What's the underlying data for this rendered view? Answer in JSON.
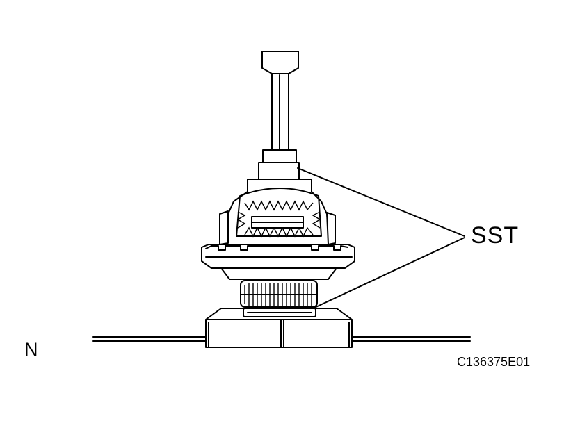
{
  "labels": {
    "sst": "SST",
    "direction": "N",
    "figure_code": "C136375E01"
  },
  "colors": {
    "ink": "#000000",
    "paper": "#ffffff"
  }
}
